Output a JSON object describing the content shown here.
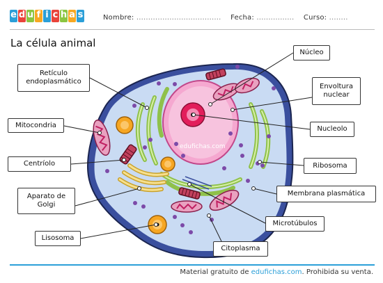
{
  "header": {
    "logo_letters": [
      "e",
      "d",
      "u",
      "f",
      "i",
      "c",
      "h",
      "a",
      "s"
    ],
    "logo_colors": [
      "#2b9fd8",
      "#e9443b",
      "#8bc541",
      "#f7a823",
      "#2b9fd8",
      "#e9443b",
      "#8bc541",
      "#f7a823",
      "#2b9fd8"
    ],
    "nombre_label": "Nombre:",
    "nombre_dots": "....................................",
    "fecha_label": "Fecha:",
    "fecha_dots": "................",
    "curso_label": "Curso:",
    "curso_dots": "........"
  },
  "title": "La célula animal",
  "watermark": "edufichas.com",
  "labels": {
    "reticulo": "Retículo\nendoplasmático",
    "mitocondria": "Mitocondria",
    "centriolo": "Centríolo",
    "golgi": "Aparato de\nGolgi",
    "lisosoma": "Lisosoma",
    "nucleo": "Núcleo",
    "envoltura": "Envoltura\nnuclear",
    "nucleolo": "Nucleolo",
    "ribosoma": "Ribosoma",
    "membrana": "Membrana plasmática",
    "microtubulos": "Microtúbulos",
    "citoplasma": "Citoplasma"
  },
  "footer": {
    "prefix": "Material gratuito de ",
    "site": "edufichas.com",
    "suffix": ". Prohibida su venta."
  },
  "colors": {
    "membrane": "#3a4f9e",
    "cytoplasm": "#c9dbf3",
    "inner_ring": "#a9c2ea",
    "nucleus_pink": "#f5a8d0",
    "nucleus_inner": "#f7c3de",
    "nucleolo": "#e21d5b",
    "er_green": "#b8e07a",
    "mitochondria": "#d9548a",
    "lysosome": "#f6a623",
    "golgi": "#f2d16a",
    "ribosome": "#7c4aa8",
    "footer_blue": "#2b9fd8"
  }
}
